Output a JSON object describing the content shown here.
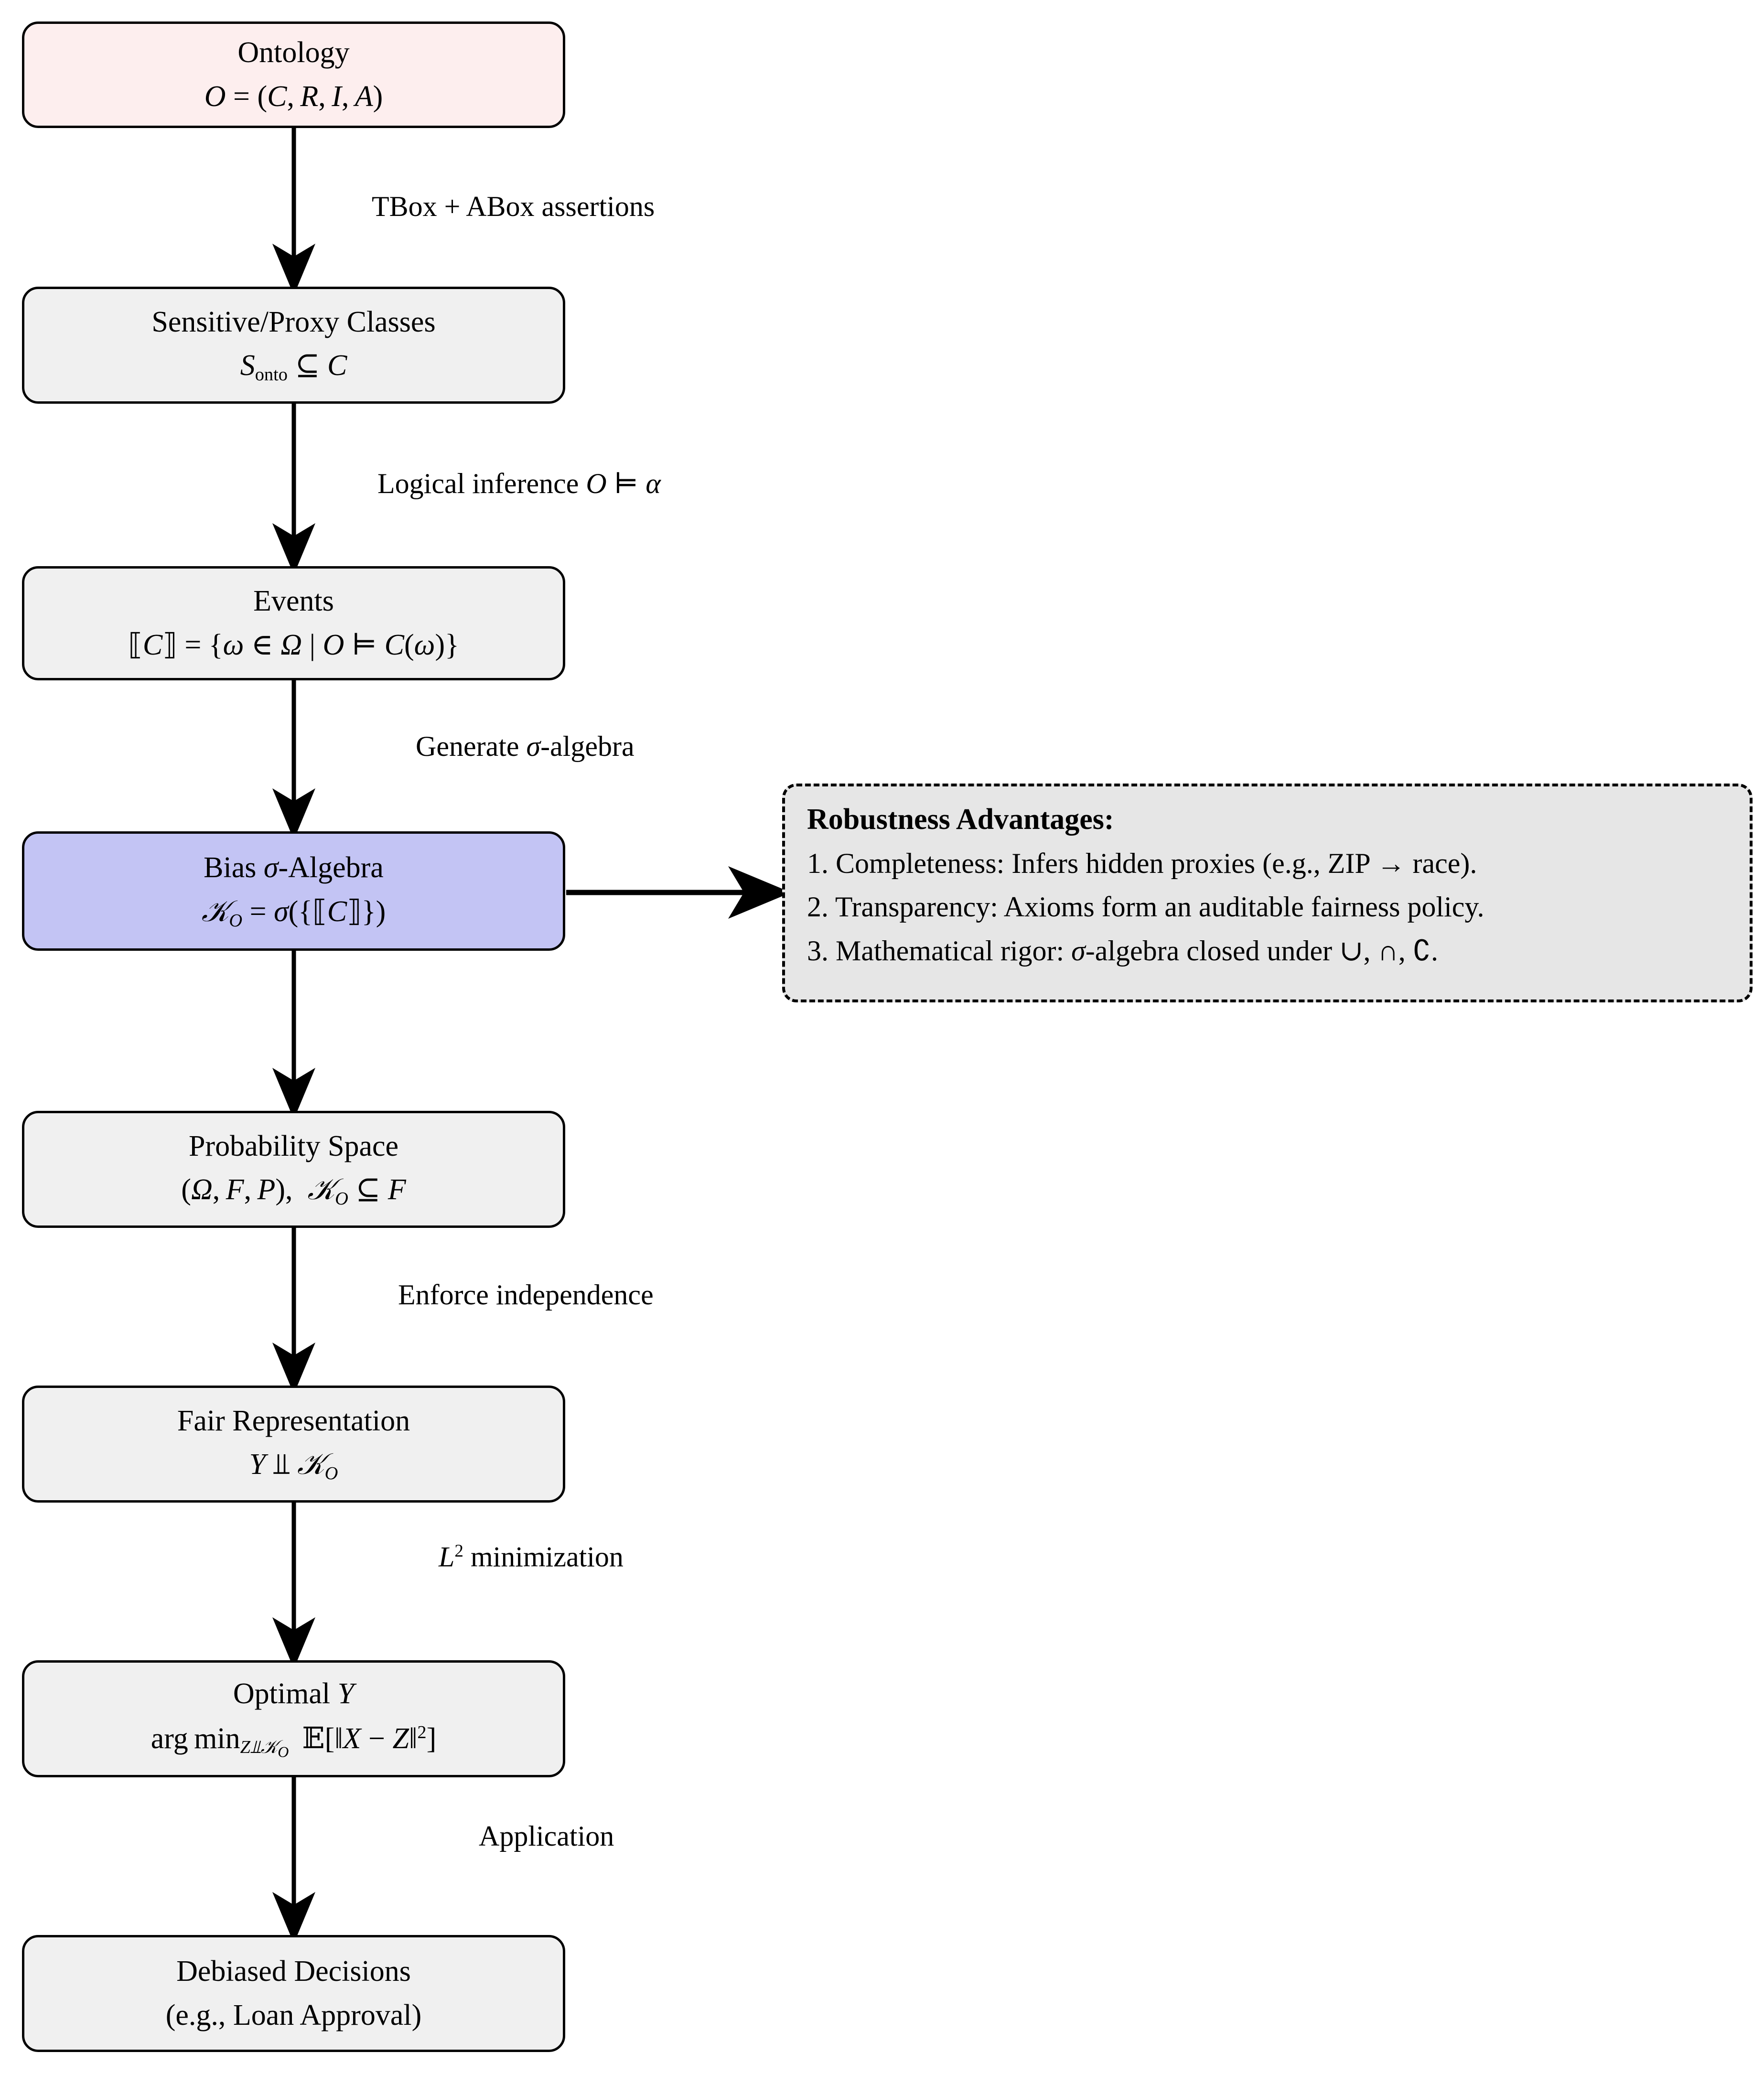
{
  "diagram": {
    "title": "Ontology-driven bias sigma-algebra pipeline",
    "background_color": "#ffffff",
    "node_fill_grey": "#f0f0f0",
    "node_fill_pink": "#fdeeee",
    "node_fill_blue": "#c3c4f4",
    "panel_fill": "#e6e6e6",
    "stroke_color": "#000000"
  },
  "nodes": [
    {
      "id": "ontology",
      "line1": "Ontology",
      "line2_plain": "O = (C, R, I, A)",
      "fill": "#fdeeee"
    },
    {
      "id": "sensitive-proxy-classes",
      "line1": "Sensitive/Proxy Classes",
      "line2_plain": "S_onto ⊆ C",
      "fill": "#f0f0f0"
    },
    {
      "id": "events",
      "line1": "Events",
      "line2_plain": "⟦C⟧ = {ω ∈ Ω | O ⊨ C(ω)}",
      "fill": "#f0f0f0"
    },
    {
      "id": "bias-sigma-algebra",
      "line1": "Bias σ-Algebra",
      "line2_plain": "G_O = σ({⟦C⟧})",
      "fill": "#c3c4f4"
    },
    {
      "id": "probability-space",
      "line1": "Probability Space",
      "line2_plain": "(Ω, F, P),  G_O ⊆ F",
      "fill": "#f0f0f0"
    },
    {
      "id": "fair-representation",
      "line1": "Fair Representation",
      "line2_plain": "Y ⫫ G_O",
      "fill": "#f0f0f0"
    },
    {
      "id": "optimal-y",
      "line1": "Optimal Y",
      "line2_plain": "arg min_{Z ⫫ G_O} E[||X − Z||²]",
      "fill": "#f0f0f0"
    },
    {
      "id": "debiased-decisions",
      "line1": "Debiased Decisions",
      "line2_plain": "(e.g., Loan Approval)",
      "fill": "#f0f0f0"
    }
  ],
  "edge_labels": {
    "tbox_abox": "TBox + ABox assertions",
    "logical_inference_prefix": "Logical inference ",
    "logical_inference_math": "O ⊨ α",
    "generate_sigma_prefix": "Generate ",
    "generate_sigma_math": "σ-algebra",
    "enforce_independence": "Enforce independence",
    "l2_min_math": "L²",
    "l2_min_suffix": " minimization",
    "application": "Application"
  },
  "robustness_panel": {
    "title": "Robustness Advantages:",
    "items": [
      "1. Completeness: Infers hidden proxies (e.g., ZIP → race).",
      "2. Transparency: Axioms form an auditable fairness policy.",
      "3. Mathematical rigor: σ-algebra closed under ∪, ∩, ∁."
    ],
    "item3_prefix": "3. Mathematical rigor: ",
    "item3_sigma": "σ",
    "item3_suffix": "-algebra closed under ∪, ∩, ∁."
  }
}
